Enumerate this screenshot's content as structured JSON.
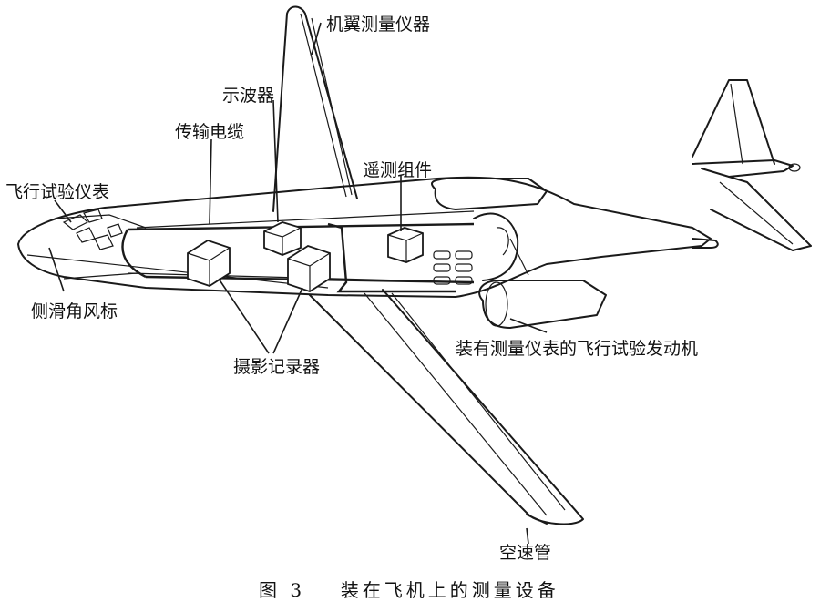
{
  "labels": {
    "wing_instruments": "机翼测量仪器",
    "oscilloscope": "示波器",
    "transmission_cable": "传输电缆",
    "telemetry_module": "遥测组件",
    "flight_test_instruments": "飞行试验仪表",
    "sideslip_vane": "侧滑角风标",
    "camera_recorder": "摄影记录器",
    "instrumented_engine": "装有测量仪表的飞行试验发动机",
    "pitot_tube": "空速管"
  },
  "caption": {
    "figure_number": "图 3",
    "title": "装在飞机上的测量设备"
  }
}
